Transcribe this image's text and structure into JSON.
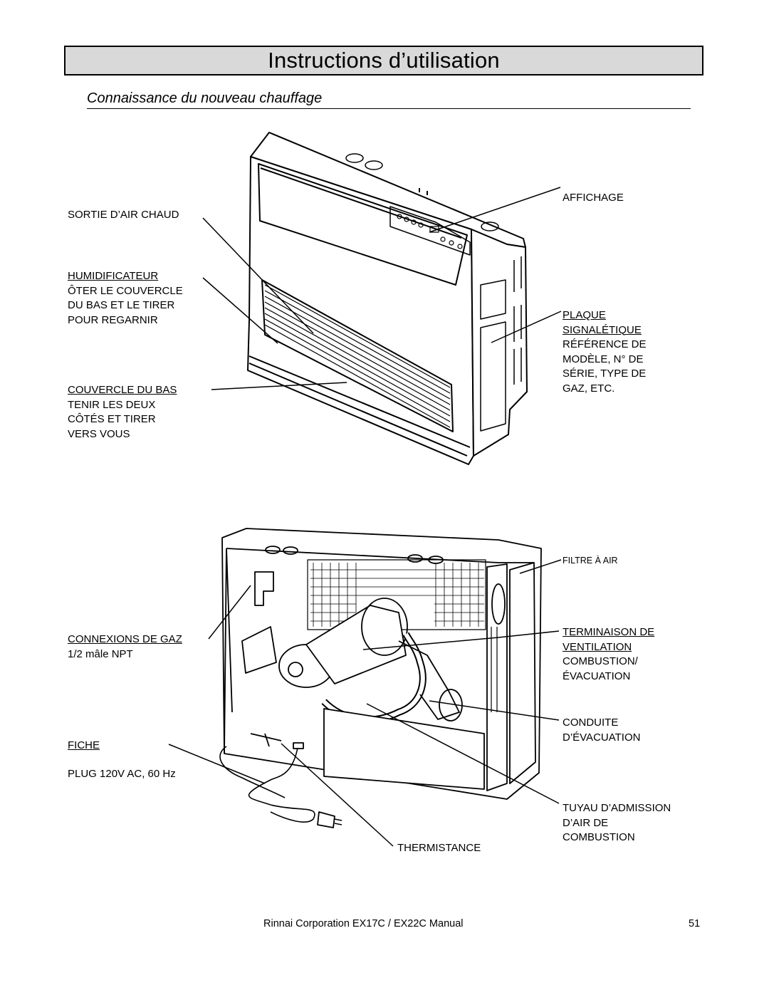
{
  "header": {
    "title": "Instructions d’utilisation"
  },
  "section": {
    "subtitle": "Connaissance du nouveau chauffage"
  },
  "labels": {
    "sortie": "SORTIE D’AIR CHAUD",
    "humid_title": "HUMIDIFICATEUR",
    "humid_lines": [
      "ÔTER LE COUVERCLE",
      "DU BAS ET LE TIRER",
      "POUR REGARNIR"
    ],
    "couvercle_title": "COUVERCLE DU BAS",
    "couvercle_lines": [
      "TENIR LES DEUX",
      "CÔTÉS ET TIRER",
      "VERS VOUS"
    ],
    "affichage": "AFFICHAGE",
    "plaque_title": [
      "PLAQUE",
      "SIGNALÉTIQUE"
    ],
    "plaque_lines": [
      "RÉFÉRENCE DE",
      "MODÈLE, N° DE",
      "SÉRIE, TYPE DE",
      "GAZ, ETC."
    ],
    "filtre": "FILTRE À AIR",
    "connexions": "CONNEXIONS DE GAZ",
    "connexions_sub": "1/2 mâle NPT",
    "terminaison_title": [
      "TERMINAISON DE",
      "VENTILATION"
    ],
    "terminaison_lines": [
      "COMBUSTION/",
      "ÉVACUATION"
    ],
    "conduite": [
      "CONDUITE",
      "D’ÉVACUATION"
    ],
    "fiche": "FICHE",
    "plug": "PLUG 120V AC, 60 Hz",
    "tuyau": [
      "TUYAU D’ADMISSION",
      "D’AIR DE",
      "COMBUSTION"
    ],
    "thermistance": "THERMISTANCE"
  },
  "footer": {
    "manual": "Rinnai Corporation EX17C / EX22C Manual",
    "page_number": "51"
  }
}
